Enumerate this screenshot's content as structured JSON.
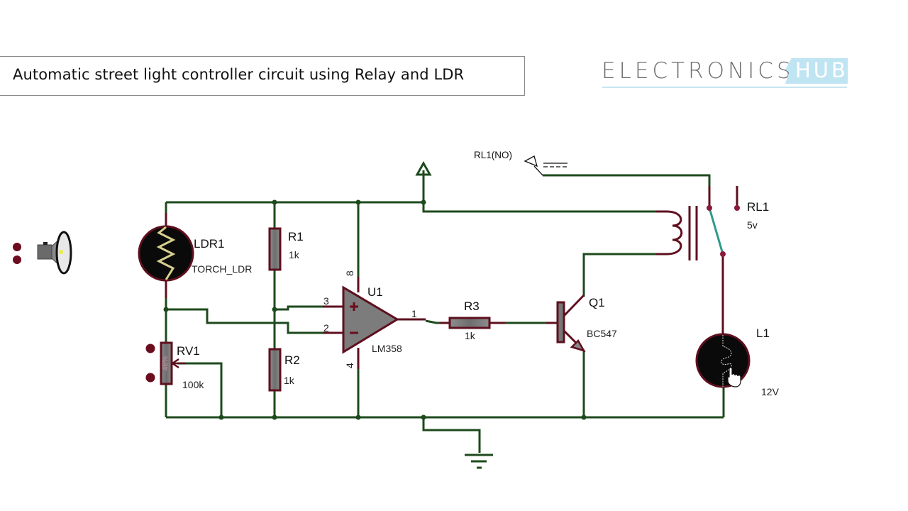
{
  "title": "Automatic street light controller circuit using Relay and LDR",
  "logo": {
    "word": "ELECTRONICS",
    "hub": "HUB"
  },
  "colors": {
    "wire": "#1d4a1d",
    "component": "#5e0f1e",
    "fill_gray": "#7a7a7a",
    "switch_blade": "#2f9a8a",
    "logo_hub": "#bfe4f2",
    "logo_text": "#6c6c6c"
  },
  "components": {
    "torch": {
      "name": "torch-source",
      "icon": "torch-icon"
    },
    "ldr": {
      "ref": "LDR1",
      "value": "TORCH_LDR"
    },
    "r1": {
      "ref": "R1",
      "value": "1k"
    },
    "r2": {
      "ref": "R2",
      "value": "1k"
    },
    "rv1": {
      "ref": "RV1",
      "value": "100k",
      "wiper": "46%"
    },
    "u1": {
      "ref": "U1",
      "value": "LM358",
      "pins": {
        "vcc": "8",
        "non_inv": "3",
        "inv": "2",
        "gnd": "4",
        "out": "1"
      }
    },
    "r3": {
      "ref": "R3",
      "value": "1k"
    },
    "q1": {
      "ref": "Q1",
      "value": "BC547"
    },
    "rl1": {
      "ref": "RL1",
      "value": "5v",
      "contact_label": "RL1(NO)"
    },
    "l1": {
      "ref": "L1",
      "value": "12V"
    }
  }
}
